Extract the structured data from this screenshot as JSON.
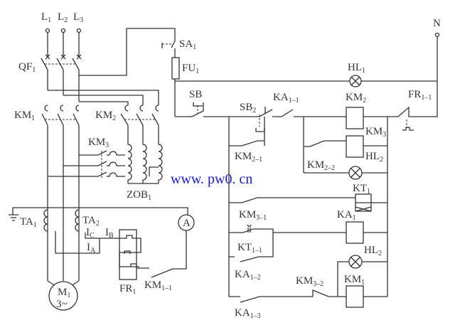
{
  "diagram": {
    "title": "Motor start control circuit with autotransformer",
    "labels": {
      "L1": {
        "main": "L",
        "sub": "1"
      },
      "L2": {
        "main": "L",
        "sub": "2"
      },
      "L3": {
        "main": "L",
        "sub": "3"
      },
      "QF1": {
        "main": "QF",
        "sub": "1"
      },
      "KM1": {
        "main": "KM",
        "sub": "1"
      },
      "KM2": {
        "main": "KM",
        "sub": "2"
      },
      "KM3": {
        "main": "KM",
        "sub": "3"
      },
      "ZOB1": {
        "main": "ZOB",
        "sub": "1"
      },
      "TA1": {
        "main": "TA",
        "sub": "1"
      },
      "TA2": {
        "main": "TA",
        "sub": "2"
      },
      "IC": {
        "main": "I",
        "sub": "C"
      },
      "IB": {
        "main": "I",
        "sub": "B"
      },
      "IA": {
        "main": "I",
        "sub": "A"
      },
      "FR1": {
        "main": "FR",
        "sub": "1"
      },
      "KM1_1": {
        "main": "KM",
        "sub": "1–1"
      },
      "M1": {
        "main": "M",
        "sub": "1"
      },
      "M1_type": "3~",
      "ammeter": "A",
      "SA1": {
        "main": "SA",
        "sub": "1"
      },
      "FU1": {
        "main": "FU",
        "sub": "1"
      },
      "N": "N",
      "HL1": {
        "main": "HL",
        "sub": "1"
      },
      "SB": {
        "main": "SB",
        "sub": ""
      },
      "SB2": {
        "main": "SB",
        "sub": "2"
      },
      "KA1_1": {
        "main": "KA",
        "sub": "1–1"
      },
      "KM2_coil": {
        "main": "KM",
        "sub": "2"
      },
      "FR1_1": {
        "main": "FR",
        "sub": "1–1"
      },
      "KM3_coil": {
        "main": "KM",
        "sub": "3"
      },
      "HL2_a": {
        "main": "HL",
        "sub": "2"
      },
      "KM2_1": {
        "main": "KM",
        "sub": "2–1"
      },
      "KM2_2": {
        "main": "KM",
        "sub": "2–2"
      },
      "KT1": {
        "main": "KT",
        "sub": "1"
      },
      "KM3_1": {
        "main": "KM",
        "sub": "3–1"
      },
      "KA1": {
        "main": "KA",
        "sub": "1"
      },
      "KT1_1": {
        "main": "KT",
        "sub": "1–1"
      },
      "HL2_b": {
        "main": "HL",
        "sub": "2"
      },
      "KA1_2": {
        "main": "KA",
        "sub": "1–2"
      },
      "KM3_2": {
        "main": "KM",
        "sub": "3–2"
      },
      "KM1_coil": {
        "main": "KM",
        "sub": "1"
      },
      "KA1_3": {
        "main": "KA",
        "sub": "1–3"
      }
    },
    "watermark": "www. pw0. cn"
  }
}
